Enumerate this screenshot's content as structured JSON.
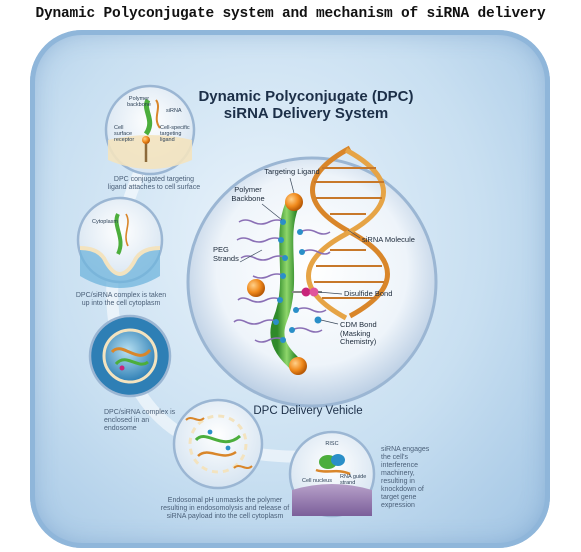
{
  "page_heading": "Dynamic Polyconjugate system and mechanism of siRNA delivery",
  "poster": {
    "title_line1": "Dynamic Polyconjugate (DPC)",
    "title_line2": "siRNA Delivery System",
    "vehicle_label": "DPC Delivery Vehicle"
  },
  "main_labels": {
    "targeting_ligand": "Targeting Ligand",
    "polymer_backbone_1": "Polymer",
    "polymer_backbone_2": "Backbone",
    "peg_1": "PEG",
    "peg_2": "Strands",
    "sirna_molecule": "siRNA Molecule",
    "disulfide": "Disulfide Bond",
    "cdm_1": "CDM Bond",
    "cdm_2": "(Masking",
    "cdm_3": "Chemistry)"
  },
  "step1": {
    "polymer_1": "Polymer",
    "polymer_2": "backbone",
    "sirna": "siRNA",
    "receptor_1": "Cell",
    "receptor_2": "surface",
    "receptor_3": "receptor",
    "ligand_1": "Cell-specific",
    "ligand_2": "targeting",
    "ligand_3": "ligand",
    "caption_1": "DPC conjugated targeting",
    "caption_2": "ligand attaches to cell surface"
  },
  "step2": {
    "cytoplasm": "Cytoplasm",
    "caption_1": "DPC/siRNA complex is taken",
    "caption_2": "up into the cell cytoplasm"
  },
  "step3": {
    "caption_1": "DPC/siRNA complex is",
    "caption_2": "enclosed in an",
    "caption_3": "endosome"
  },
  "step4": {
    "caption_1": "Endosomal pH unmasks the polymer",
    "caption_2": "resulting in endosomolysis and release of",
    "caption_3": "siRNA payload into the cell cytoplasm"
  },
  "step5": {
    "risc": "RISC",
    "nucleus": "Cell nucleus",
    "guide_1": "RNA guide",
    "guide_2": "strand",
    "caption_1": "siRNA engages",
    "caption_2": "the cell's",
    "caption_3": "interference",
    "caption_4": "machinery,",
    "caption_5": "resulting in",
    "caption_6": "knockdown of",
    "caption_7": "target gene",
    "caption_8": "expression"
  },
  "colors": {
    "backbone": "#4cae3c",
    "ligand": "#f08a1c",
    "sirna_helix": "#d9862a",
    "disulfide": "#c8247a",
    "cdm": "#2a8fc8",
    "peg": "#8a6fb5"
  }
}
